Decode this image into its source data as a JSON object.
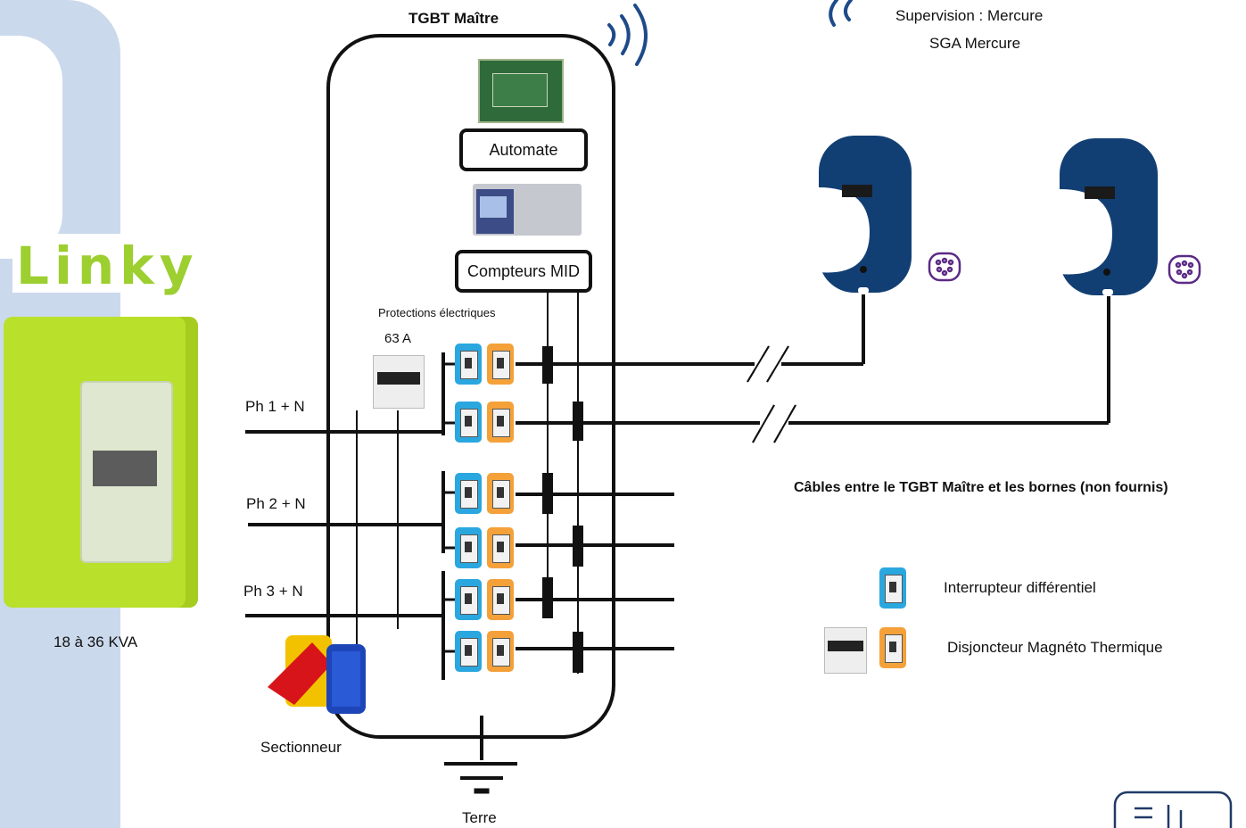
{
  "title": "TGBT Maître",
  "supervision": {
    "line1": "Supervision : Mercure",
    "line2": "SGA Mercure"
  },
  "boxes": {
    "automate": "Automate",
    "compteurs": "Compteurs MID"
  },
  "protections": {
    "label": "Protections électriques",
    "rating": "63 A"
  },
  "phases": [
    "Ph 1 + N",
    "Ph 2 + N",
    "Ph 3 + N"
  ],
  "meter": {
    "brand": "Linky",
    "power": "18 à 36 KVA"
  },
  "disconnector": "Sectionneur",
  "earth": "Terre",
  "cables_note": "Câbles entre le TGBT Maître et les bornes (non fournis)",
  "legend": [
    {
      "label": "Interrupteur différentiel",
      "icon": "rcd-switch-icon"
    },
    {
      "label": "Disjoncteur Magnéto Thermique",
      "icon": "circuit-breaker-icon"
    }
  ],
  "colors": {
    "rcd": "#2aa7df",
    "breaker": "#f4a13a",
    "linky_green": "#b9e02a",
    "charger_navy": "#123f73",
    "background_band": "#cbd9ec"
  }
}
